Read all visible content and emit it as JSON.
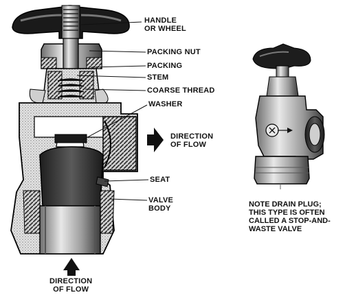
{
  "labels": {
    "handle_line1": "HANDLE",
    "handle_line2": "OR WHEEL",
    "packing_nut": "PACKING NUT",
    "packing": "PACKING",
    "stem": "STEM",
    "coarse_thread": "COARSE THREAD",
    "washer": "WASHER",
    "flow_right_line1": "DIRECTION",
    "flow_right_line2": "OF FLOW",
    "seat": "SEAT",
    "valve_body_line1": "VALVE",
    "valve_body_line2": "BODY",
    "flow_bottom_line1": "DIRECTION",
    "flow_bottom_line2": "OF FLOW",
    "note_line1": "NOTE DRAIN PLUG;",
    "note_line2": "THIS TYPE IS OFTEN",
    "note_line3": "CALLED A STOP-AND-",
    "note_line4": "WASTE VALVE"
  },
  "colors": {
    "ink": "#111111",
    "metal_light": "#d9d9d9",
    "metal_mid": "#9a9a9a",
    "metal_dark": "#3a3a3a"
  }
}
